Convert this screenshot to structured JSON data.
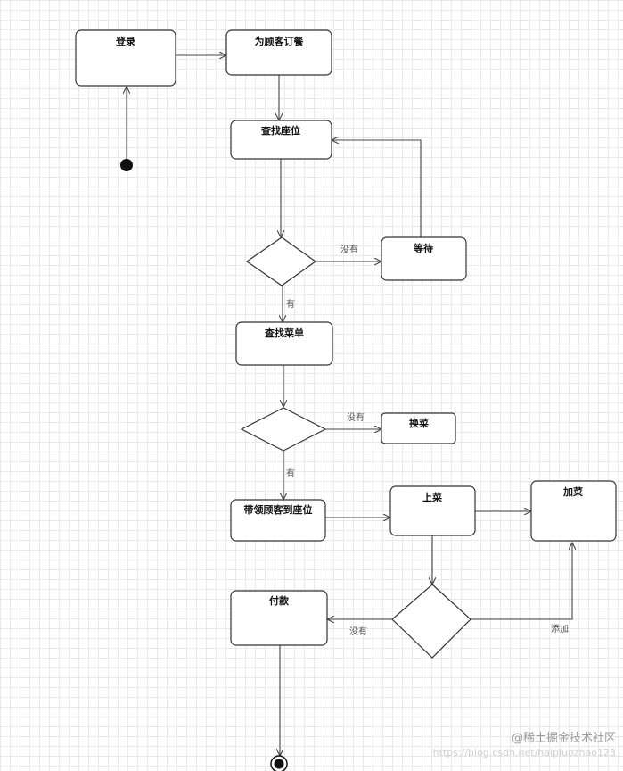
{
  "nodes": {
    "login": "登录",
    "order": "为顾客订餐",
    "find_seat": "查找座位",
    "wait": "等待",
    "find_menu": "查找菜单",
    "change_dish": "换菜",
    "lead_to_seat": "带领顾客到座位",
    "serve_dish": "上菜",
    "add_dish": "加菜",
    "pay": "付款"
  },
  "edges": {
    "no_seat": "没有",
    "has_seat": "有",
    "no_dish": "没有",
    "has_dish": "有",
    "no_add": "没有",
    "add": "添加"
  },
  "watermark": {
    "main": "@稀土掘金技术社区",
    "url": "https://blog.csdn.net/haipiuozhao123"
  }
}
